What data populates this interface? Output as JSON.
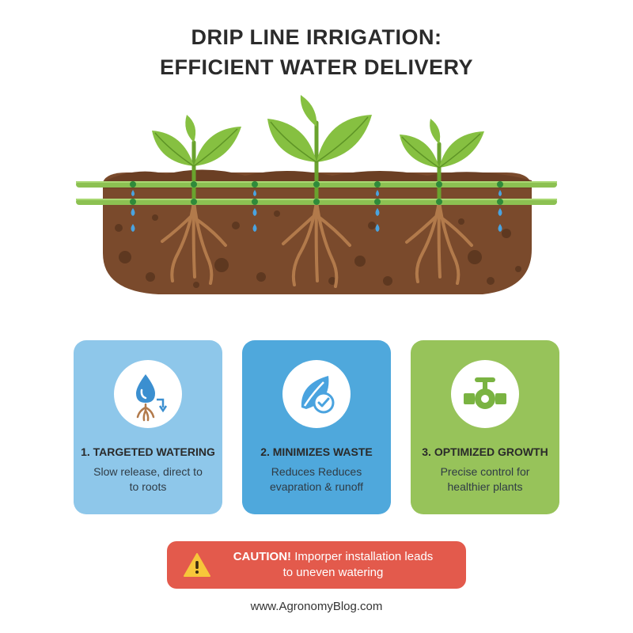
{
  "title": {
    "line1": "DRIP LINE IRRIGATION:",
    "line2": "EFFICIENT WATER DELIVERY"
  },
  "colors": {
    "soil": "#7a4a2c",
    "soil_dark": "#5e3820",
    "pipe": "#8cc152",
    "emitter": "#2f8a3a",
    "water": "#4aa3df",
    "leaf": "#86c041",
    "root": "#b27a4b",
    "card1": "#8ec7ea",
    "card2": "#4fa8dc",
    "card3": "#97c35a",
    "caution": "#e35a4c"
  },
  "cards": [
    {
      "icon": "water-drop-root-icon",
      "title": "1. TARGETED WATERING",
      "desc_line1": "Slow release, direct to",
      "desc_line2": "to roots"
    },
    {
      "icon": "leaf-check-icon",
      "title": "2. MINIMIZES WASTE",
      "desc_line1": "Reduces Reduces",
      "desc_line2": "evapration & runoff"
    },
    {
      "icon": "valve-icon",
      "title": "3. OPTIMIZED GROWTH",
      "desc_line1": "Precise control for",
      "desc_line2": "healthier plants"
    }
  ],
  "caution": {
    "icon": "warning-triangle-icon",
    "label": "CAUTION!",
    "text_line1": " Imporper installation leads",
    "text_line2": "to uneven watering"
  },
  "footer": "www.AgronomyBlog.com"
}
